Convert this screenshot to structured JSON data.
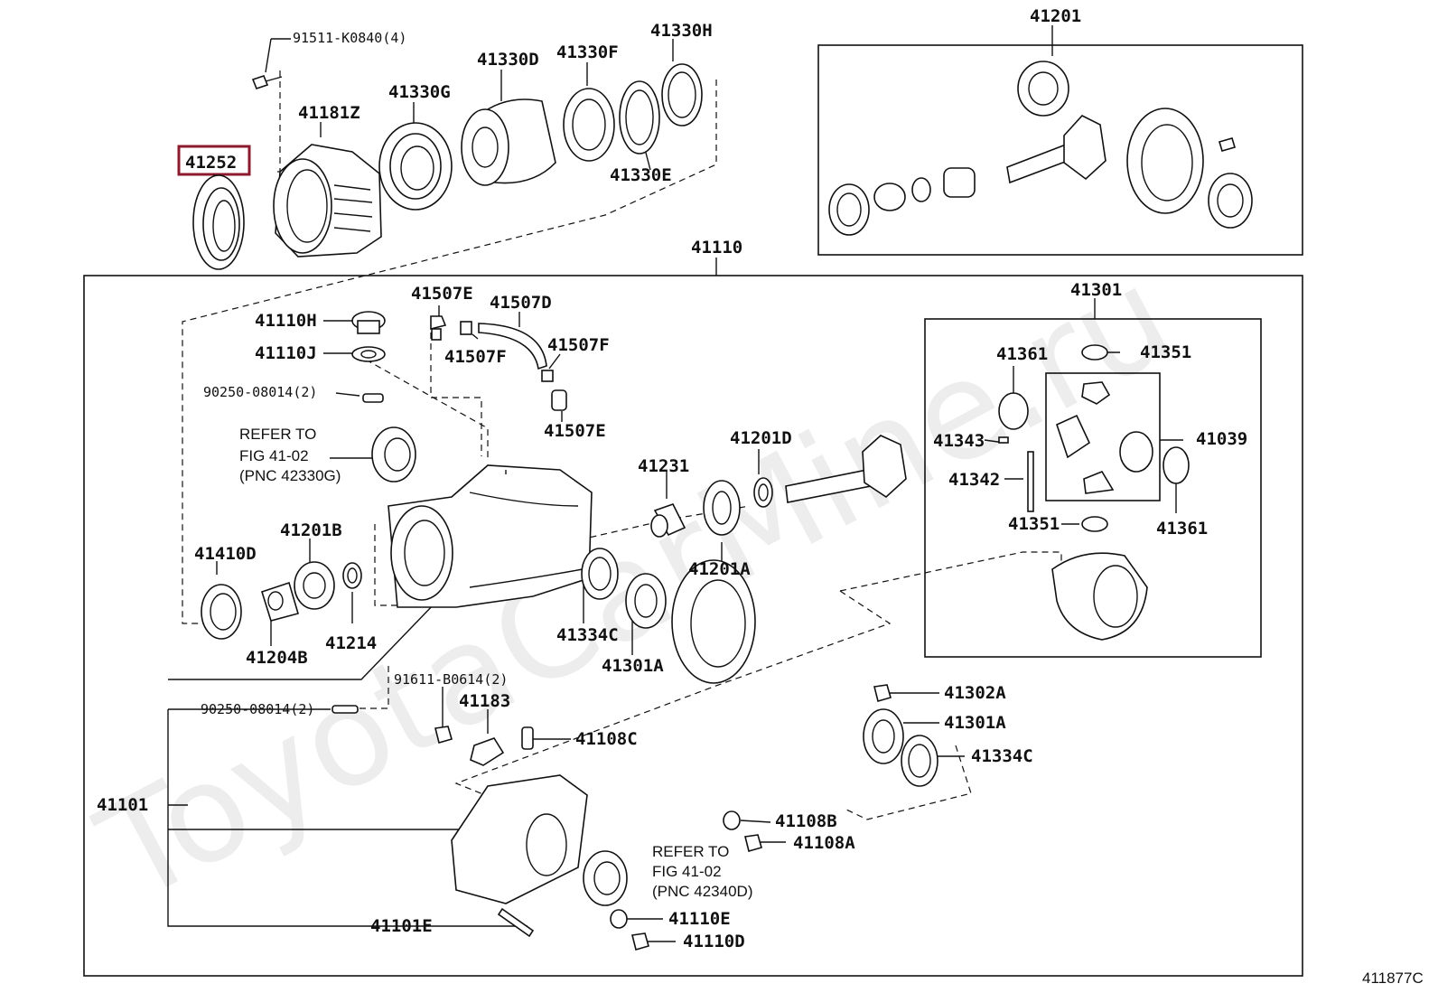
{
  "watermark": "ToyotaCarMine.ru",
  "figure_code": "411877C",
  "highlighted_part": "41252",
  "labels": {
    "p91511": "91511-K0840(4)",
    "p41330H": "41330H",
    "p41330F": "41330F",
    "p41330D": "41330D",
    "p41330G": "41330G",
    "p41181Z": "41181Z",
    "p41252": "41252",
    "p41330E": "41330E",
    "p41201": "41201",
    "p41110": "41110",
    "p41507E_a": "41507E",
    "p41507D": "41507D",
    "p41110H": "41110H",
    "p41110J": "41110J",
    "p41507F_a": "41507F",
    "p41507F_b": "41507F",
    "p41507E_b": "41507E",
    "p90250_a": "90250-08014(2)",
    "ref1_l1": "REFER TO",
    "ref1_l2": "FIG 41-02",
    "ref1_l3": "(PNC 42330G)",
    "p41231": "41231",
    "p41201D": "41201D",
    "p41201B": "41201B",
    "p41410D": "41410D",
    "p41201A": "41201A",
    "p41214": "41214",
    "p41204B": "41204B",
    "p41334C_a": "41334C",
    "p41301A_a": "41301A",
    "p41301": "41301",
    "p41361_a": "41361",
    "p41351_a": "41351",
    "p41343": "41343",
    "p41039": "41039",
    "p41342": "41342",
    "p41351_b": "41351",
    "p41361_b": "41361",
    "p91611": "91611-B0614(2)",
    "p41183": "41183",
    "p90250_b": "90250-08014(2)",
    "p41108C": "41108C",
    "p41302A": "41302A",
    "p41301A_b": "41301A",
    "p41334C_b": "41334C",
    "p41101": "41101",
    "p41108B": "41108B",
    "p41108A": "41108A",
    "ref2_l1": "REFER TO",
    "ref2_l2": "FIG 41-02",
    "ref2_l3": "(PNC 42340D)",
    "p41110E": "41110E",
    "p41110D": "41110D",
    "p41101E": "41101E"
  },
  "colors": {
    "highlight": "#8b1a2e",
    "ink": "#111111"
  }
}
